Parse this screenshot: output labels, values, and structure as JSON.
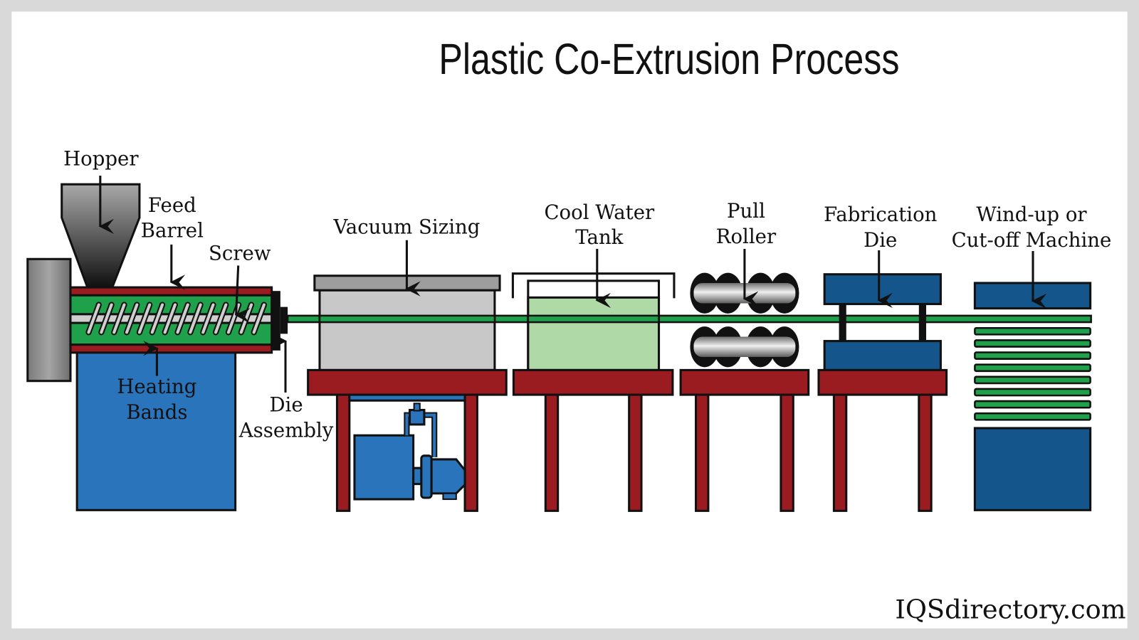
{
  "title": "Plastic Co-Extrusion Process",
  "brand": "IQSdirectory.com",
  "labels": {
    "hopper": [
      "Hopper"
    ],
    "feed_barrel": [
      "Feed",
      "Barrel"
    ],
    "screw": [
      "Screw"
    ],
    "heating_bands": [
      "Heating",
      "Bands"
    ],
    "die_assembly": [
      "Die",
      "Assembly"
    ],
    "vacuum_sizing": [
      "Vacuum Sizing"
    ],
    "cool_water_tank": [
      "Cool Water",
      "Tank"
    ],
    "pull_roller": [
      "Pull",
      "Roller"
    ],
    "fabrication_die": [
      "Fabrication",
      "Die"
    ],
    "windup": [
      "Wind-up or",
      "Cut-off Machine"
    ]
  },
  "colors": {
    "frame": "#d9d9d9",
    "background": "#ffffff",
    "table_red": "#9b1c20",
    "machine_blue": "#2a74bb",
    "dark_blue": "#14568c",
    "plastic_green": "#1fa04a",
    "water_green": "#b0d9a8",
    "tank_gray": "#c8c8c8",
    "lid_gray": "#9d9d9d"
  }
}
